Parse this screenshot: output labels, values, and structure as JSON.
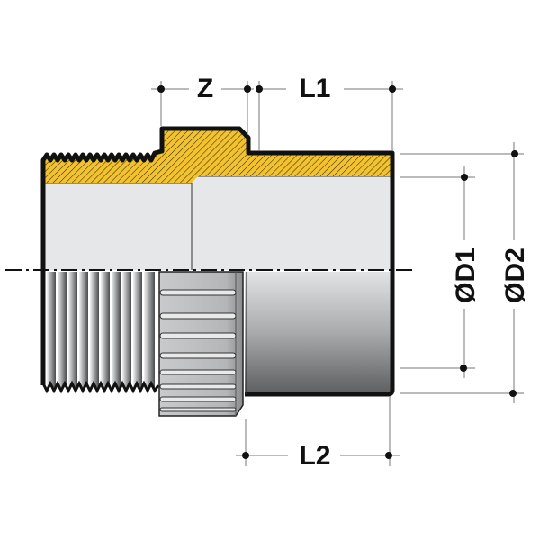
{
  "diagram": {
    "subject": "pipe fitting cross-section (threaded male adapter to solvent socket)",
    "colors": {
      "section_fill": "#F2C230",
      "outline": "#111111",
      "bore": "#E6E7E9",
      "dimension_line": "#777777"
    },
    "dimensions": {
      "z": "Z",
      "l1": "L1",
      "l2": "L2",
      "d1": "ØD1",
      "d2": "ØD2"
    }
  }
}
